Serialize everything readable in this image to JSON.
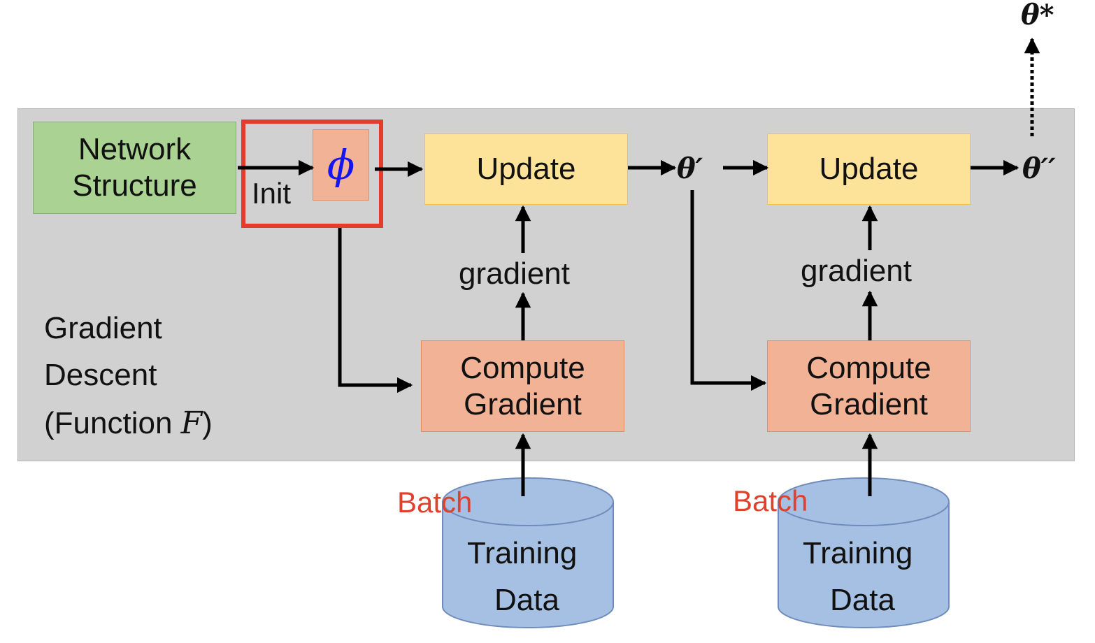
{
  "panel": {
    "caption_line1": "Gradient",
    "caption_line2": "Descent",
    "caption_line3_prefix": "(Function ",
    "caption_line3_var": "F",
    "caption_line3_suffix": ")"
  },
  "network": {
    "line1": "Network",
    "line2": "Structure"
  },
  "init": {
    "label": "Init",
    "phi": "ϕ"
  },
  "step1": {
    "update_label": "Update",
    "gradient_label": "gradient",
    "compute_line1": "Compute",
    "compute_line2": "Gradient",
    "batch_label": "Batch",
    "data_line1": "Training",
    "data_line2": "Data"
  },
  "theta_prime": "θ′",
  "step2": {
    "update_label": "Update",
    "gradient_label": "gradient",
    "compute_line1": "Compute",
    "compute_line2": "Gradient",
    "batch_label": "Batch",
    "data_line1": "Training",
    "data_line2": "Data"
  },
  "theta_double_prime": "θ′′",
  "theta_star": "θ*",
  "colors": {
    "panel": "#d1d1d1",
    "network_box": "#aad293",
    "update_box": "#fde39a",
    "compute_box": "#f2b295",
    "highlight_frame": "#e53b2c",
    "database": "#a6c0e4",
    "batch_text": "#e0412c",
    "phi_text": "#1515f0"
  }
}
